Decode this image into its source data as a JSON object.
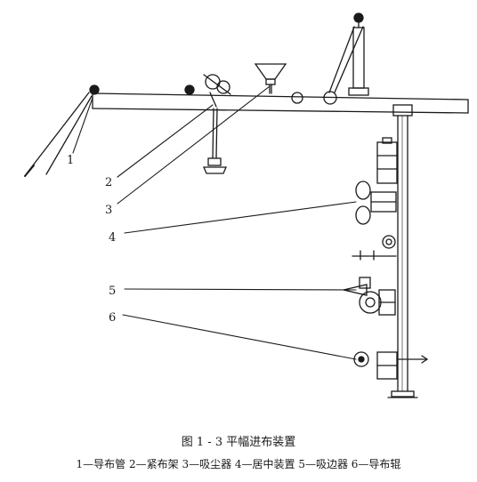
{
  "figure": {
    "title": "图 1 - 3   平幅进布装置",
    "legend": "1—导布管  2—紧布架  3—吸尘器  4—居中装置  5—吸边器  6—导布辊",
    "labels": {
      "l1": "1",
      "l2": "2",
      "l3": "3",
      "l4": "4",
      "l5": "5",
      "l6": "6"
    }
  },
  "colors": {
    "ink": "#1a1a1a",
    "paper": "#ffffff"
  }
}
